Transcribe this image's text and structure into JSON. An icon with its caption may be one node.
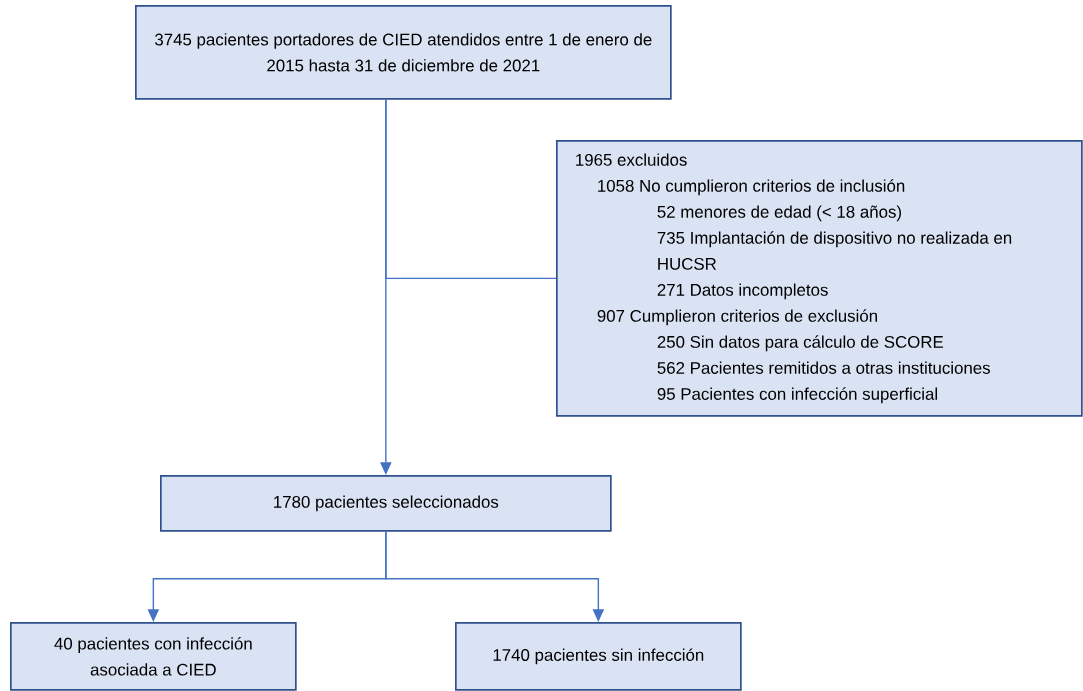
{
  "diagram": {
    "nodes": [
      {
        "text": [
          "3745 pacientes portadores de CIED atendidos entre 1 de enero de 2015 hasta 31 de diciembre de 2021"
        ]
      },
      {
        "text": [
          "1965 excluidos",
          "1058 No cumplieron criterios de inclusión",
          "52 menores de edad (< 18 años)",
          "735 Implantación de dispositivo no realizada en HUCSR",
          "271 Datos incompletos",
          "907 Cumplieron criterios de exclusión",
          "250 Sin datos para cálculo de SCORE",
          "562 Pacientes remitidos a otras instituciones",
          "95 Pacientes con infección superficial"
        ]
      },
      {
        "text": [
          "1780 pacientes seleccionados"
        ]
      },
      {
        "text": [
          "40 pacientes con infección asociada a CIED"
        ]
      },
      {
        "text": [
          "1740 pacientes sin infección"
        ]
      }
    ],
    "edges": [
      {
        "from": 0,
        "to": 2,
        "arrow": "to"
      },
      {
        "from": 0,
        "to": 1,
        "arrow": "none"
      },
      {
        "from": 2,
        "to": 3,
        "arrow": "to"
      },
      {
        "from": 2,
        "to": 4,
        "arrow": "to"
      }
    ]
  }
}
